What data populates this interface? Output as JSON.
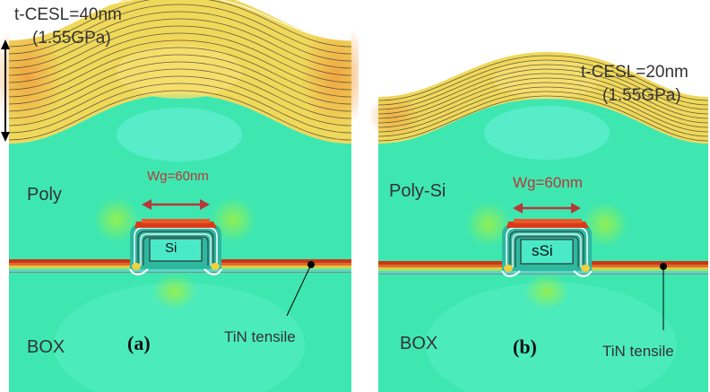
{
  "panel_a": {
    "caption": "(a)",
    "cesl_thickness": "t-CESL=40nm",
    "cesl_stress": "(1.55GPa)",
    "gate_width": "Wg=60nm",
    "gate_material": "Poly",
    "channel": "Si",
    "box": "BOX",
    "tin": "TiN tensile"
  },
  "panel_b": {
    "caption": "(b)",
    "cesl_thickness": "t-CESL=20nm",
    "cesl_stress": "(1.55GPa)",
    "gate_width": "Wg=60nm",
    "gate_material": "Poly-Si",
    "channel": "sSi",
    "box": "BOX",
    "tin": "TiN tensile"
  },
  "colors": {
    "cesl": "#f0d85a",
    "bulk": "#3fe7b0",
    "gate_top": "#d93a1a",
    "tin_layer": "#c8381a",
    "dimension_arrow": "#b5383a"
  }
}
